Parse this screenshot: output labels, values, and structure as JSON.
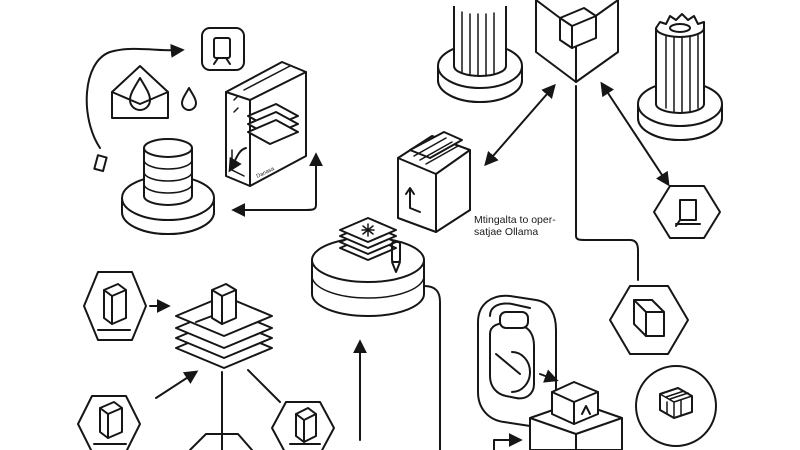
{
  "diagram": {
    "center_label_line1": "Mtingalta to oper-",
    "center_label_line2": "satjae Ollama",
    "stack_tag": "Danasa",
    "accent_color": "#161616",
    "background_color": "#ffffff"
  }
}
